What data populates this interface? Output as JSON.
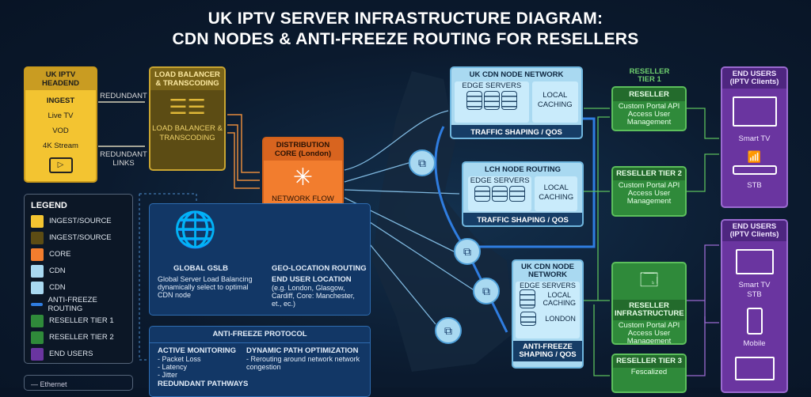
{
  "title": {
    "line1": "UK IPTV SERVER INFRASTRUCTURE DIAGRAM:",
    "line2": "CDN NODES & ANTI-FREEZE ROUTING FOR RESELLERS"
  },
  "headend": {
    "header": "UK IPTV HEADEND",
    "items": [
      "INGEST",
      "Live TV",
      "VOD",
      "4K Stream"
    ]
  },
  "links": {
    "redundant": "REDUNDANT",
    "redundant_links": "REDUNDANT LINKS"
  },
  "load_balancer": {
    "header": "LOAD BALANCER & TRANSCODING",
    "caption": "LOAD BALANCER & TRANSCODING"
  },
  "core": {
    "header": "DISTRIBUTION CORE (London)",
    "caption": "NETWORK FLOW"
  },
  "legend": {
    "title": "LEGEND",
    "items": [
      {
        "label": "INGEST/SOURCE",
        "color": "#f3c431"
      },
      {
        "label": "INGEST/SOURCE",
        "color": "#5c4c14"
      },
      {
        "label": "CORE",
        "color": "#f27d2e"
      },
      {
        "label": "CDN",
        "color": "#a9d9f1"
      },
      {
        "label": "CDN",
        "color": "#a9d9f1"
      },
      {
        "label": "ANTI-FREEZE ROUTING",
        "color": "#2f7de0"
      },
      {
        "label": "RESELLER TIER 1",
        "color": "#2f8a3a"
      },
      {
        "label": "RESELLER TIER 2",
        "color": "#2f8a3a"
      },
      {
        "label": "END USERS",
        "color": "#6a35a0"
      }
    ],
    "ethernet": "Ethernet"
  },
  "gslb": {
    "title": "GLOBAL GSLB",
    "desc": "Global Server Load Balancing dynamically select to optimal CDN node",
    "geo_title": "GEO-LOCATION ROUTING",
    "geo_sub": "END USER LOCATION",
    "geo_desc": "(e.g. London, Glasgow, Cardiff, Core: Manchester, et., ec.)"
  },
  "anti_freeze": {
    "title": "ANTI-FREEZE PROTOCOL",
    "monitoring": "ACTIVE MONITORING",
    "monitor_items": [
      "- Packet Loss",
      "- Latency",
      "- Jitter"
    ],
    "dpo": "DYNAMIC PATH OPTIMIZATION",
    "dpo_desc": "- Rerouting around network network congestion",
    "redundant": "REDUNDANT PATHWAYS"
  },
  "cdn1": {
    "header": "UK CDN NODE NETWORK",
    "edge": "EDGE SERVERS",
    "cache": "LOCAL CACHING",
    "footer": "TRAFFIC SHAPING / QOS"
  },
  "cdn2": {
    "header": "LCH NODE ROUTING",
    "edge": "EDGE SERVERS",
    "cache": "LOCAL CACHING",
    "footer": "TRAFFIC SHAPING / QOS"
  },
  "cdn3": {
    "header": "UK CDN NODE NETWORK",
    "edge": "EDGE SERVERS",
    "cache": "LOCAL CACHING",
    "london": "LONDON",
    "footer": "ANTI-FREEZE SHAPING / QOS"
  },
  "resellers": {
    "tier1_label": "RESELLER TIER 1",
    "features": "Custom Portal API Access User Management",
    "r1": "RESELLER",
    "r2": "RESELLER TIER 2",
    "r3": "RESELLER INFRASTRUCTURE",
    "r4": "RESELLER TIER 3",
    "r4_text": "Fescalized"
  },
  "end_users": {
    "header": "END USERS (IPTV Clients)",
    "g1": [
      "Smart TV",
      "STB"
    ],
    "g2": [
      "Smart TV STB",
      "Mobile"
    ]
  }
}
